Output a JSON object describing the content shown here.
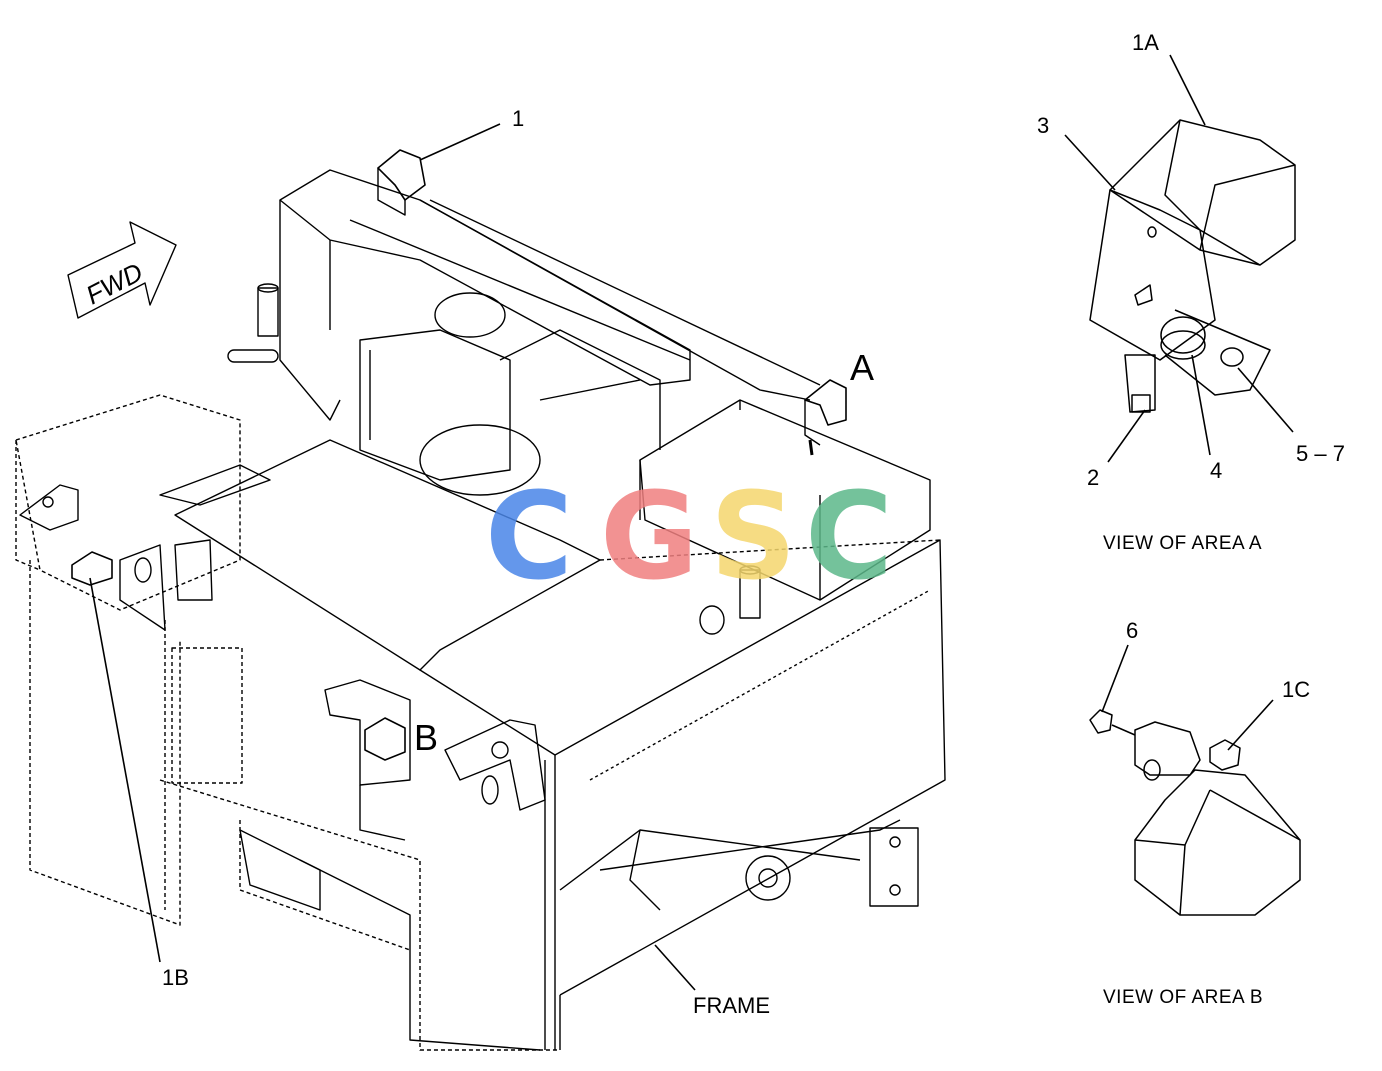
{
  "diagram": {
    "forward_arrow_label": "FWD",
    "callouts": {
      "c1": "1",
      "c1A": "1A",
      "c1B": "1B",
      "c1C": "1C",
      "c2": "2",
      "c3": "3",
      "c4": "4",
      "c5_7": "5 – 7",
      "c6": "6",
      "area_a": "A",
      "area_b": "B",
      "frame": "FRAME"
    },
    "captions": {
      "view_a": "VIEW OF AREA  A",
      "view_b": "VIEW OF AREA  B"
    },
    "watermark": {
      "letters": [
        "C",
        "G",
        "S",
        "C"
      ],
      "colors": [
        "#4a86e8",
        "#f08080",
        "#f5d76e",
        "#5cb88a"
      ]
    }
  }
}
